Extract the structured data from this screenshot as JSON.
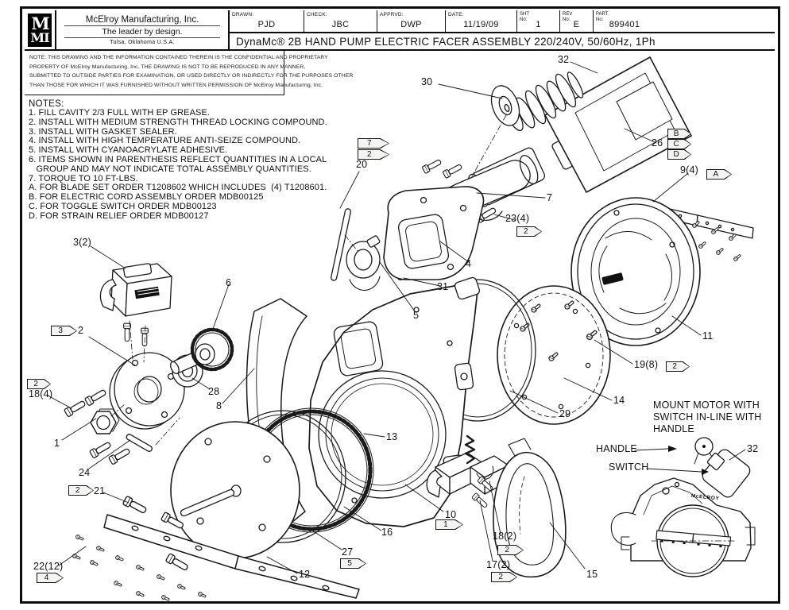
{
  "colors": {
    "line": "#1a1a1a",
    "background": "#ffffff",
    "flag_fill": "#f4f4f2",
    "logo_bg": "#000000"
  },
  "title_block": {
    "logo_top": "M",
    "logo_bottom": "MI",
    "company_name": "McElroy Manufacturing, Inc.",
    "tagline": "The leader by design.",
    "reg_mark": "©ￂ�",
    "location": "Tulsa, Oklahoma U.S.A.",
    "drawn_label": "DRAWN:",
    "drawn_value": "PJD",
    "check_label": "CHECK:",
    "check_value": "JBC",
    "apprvd_label": "APPRVD:",
    "apprvd_value": "DWP",
    "date_label": "DATE:",
    "date_value": "11/19/09",
    "sht_label": "SHT",
    "sht_no_label": "No:",
    "sht_value": "1",
    "rev_label": "REV",
    "rev_no_label": "No:",
    "rev_value": "E",
    "part_label": "PART",
    "part_no_label": "No:",
    "part_value": "899401",
    "drawing_title": "DynaMc® 2B HAND PUMP ELECTRIC FACER ASSEMBLY 220/240V, 50/60Hz, 1Ph"
  },
  "confidential_note": [
    "NOTE: THIS DRAWING AND THE INFORMATION CONTAINED THEREIN IS THE CONFIDENTIAL AND PROPRIETARY",
    "PROPERTY OF McElroy Manufacturing, Inc. THE DRAWING IS NOT TO BE REPRODUCED IN ANY MANNER,",
    "SUBMITTED TO OUTSIDE PARTIES FOR EXAMINATION, OR USED DIRECTLY OR INDIRECTLY FOR THE PURPOSES OTHER",
    "THAN THOSE FOR WHICH IT WAS FURNISHED WITHOUT WRITTEN PERMISSION OF McElroy Manufacturing, Inc."
  ],
  "notes_title": "NOTES:",
  "notes": [
    "1. FILL CAVITY 2/3 FULL WITH EP GREASE.",
    "2. INSTALL WITH MEDIUM STRENGTH THREAD LOCKING COMPOUND.",
    "3. INSTALL WITH GASKET SEALER.",
    "4. INSTALL WITH HIGH TEMPERATURE ANTI-SEIZE COMPOUND.",
    "5. INSTALL WITH CYANOACRYLATE ADHESIVE.",
    "6. ITEMS SHOWN IN PARENTHESIS REFLECT QUANTITIES IN A LOCAL",
    "   GROUP AND MAY NOT INDICATE TOTAL ASSEMBLY QUANTITIES.",
    "7. TORQUE TO 10 FT-LBS.",
    "A. FOR BLADE SET ORDER T1208602 WHICH INCLUDES  (4) T1208601.",
    "B. FOR ELECTRIC CORD ASSEMBLY ORDER MDB00125",
    "C. FOR TOGGLE SWITCH ORDER MDB00123",
    "D. FOR STRAIN RELIEF ORDER MDB00127"
  ],
  "callouts": {
    "c30": "30",
    "c32_top": "32",
    "c26": "26",
    "c9_4": "9(4)",
    "c20": "20",
    "c7": "7",
    "c23_4": "23(4)",
    "c4": "4",
    "c31": "31",
    "c5": "5",
    "c3_2": "3(2)",
    "c6": "6",
    "c2": "2",
    "c28": "28",
    "c8": "8",
    "c18_4": "18(4)",
    "c1": "1",
    "c24": "24",
    "c21": "21",
    "c22_12": "22(12)",
    "c12": "12",
    "c27": "27",
    "c16": "16",
    "c13": "13",
    "c10": "10",
    "c29": "29",
    "c14": "14",
    "c19_8": "19(8)",
    "c11": "11",
    "c18_2": "18(2)",
    "c17_2": "17(2)",
    "c15": "15",
    "c32_inset": "32"
  },
  "flags": {
    "f7": "7",
    "f2_pin": "2",
    "fB": "B",
    "fC": "C",
    "fD": "D",
    "fA": "A",
    "f2_23": "2",
    "f3": "3",
    "f2_18": "2",
    "f2_21": "2",
    "f4_22": "4",
    "f5_27": "5",
    "f1_10": "1",
    "f2_19": "2",
    "f2_18b": "2",
    "f2_17": "2"
  },
  "annotations": {
    "mount_note_lines": [
      "MOUNT MOTOR WITH",
      "SWITCH IN-LINE WITH",
      "HANDLE"
    ],
    "handle_label": "HANDLE",
    "switch_label": "SWITCH",
    "inset_brand": "McELROY"
  }
}
